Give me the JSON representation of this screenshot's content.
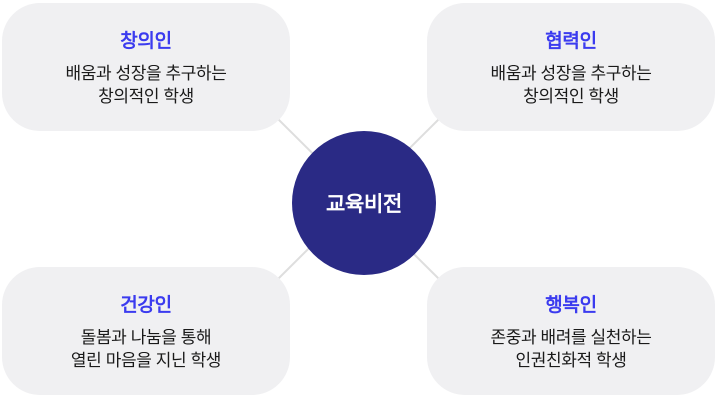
{
  "center": {
    "label": "교육비전"
  },
  "cards": [
    {
      "id": "creative",
      "position": "top-left",
      "title": "창의인",
      "line1": "배움과 성장을 추구하는",
      "line2": "창의적인 학생"
    },
    {
      "id": "cooperative",
      "position": "top-right",
      "title": "협력인",
      "line1": "배움과 성장을 추구하는",
      "line2": "창의적인 학생"
    },
    {
      "id": "healthy",
      "position": "bottom-left",
      "title": "건강인",
      "line1": "돌봄과 나눔을 통해",
      "line2": "열린 마음을 지닌 학생"
    },
    {
      "id": "happy",
      "position": "bottom-right",
      "title": "행복인",
      "line1": "존중과 배려를 실천하는",
      "line2": "인권친화적 학생"
    }
  ],
  "colors": {
    "accent": "#3b3bef",
    "circle_bg": "#2a2a85",
    "card_bg": "#f0f0f2",
    "connector": "#dedede",
    "body_text": "#1a1a1a",
    "page_bg": "#ffffff",
    "circle_text": "#ffffff"
  }
}
